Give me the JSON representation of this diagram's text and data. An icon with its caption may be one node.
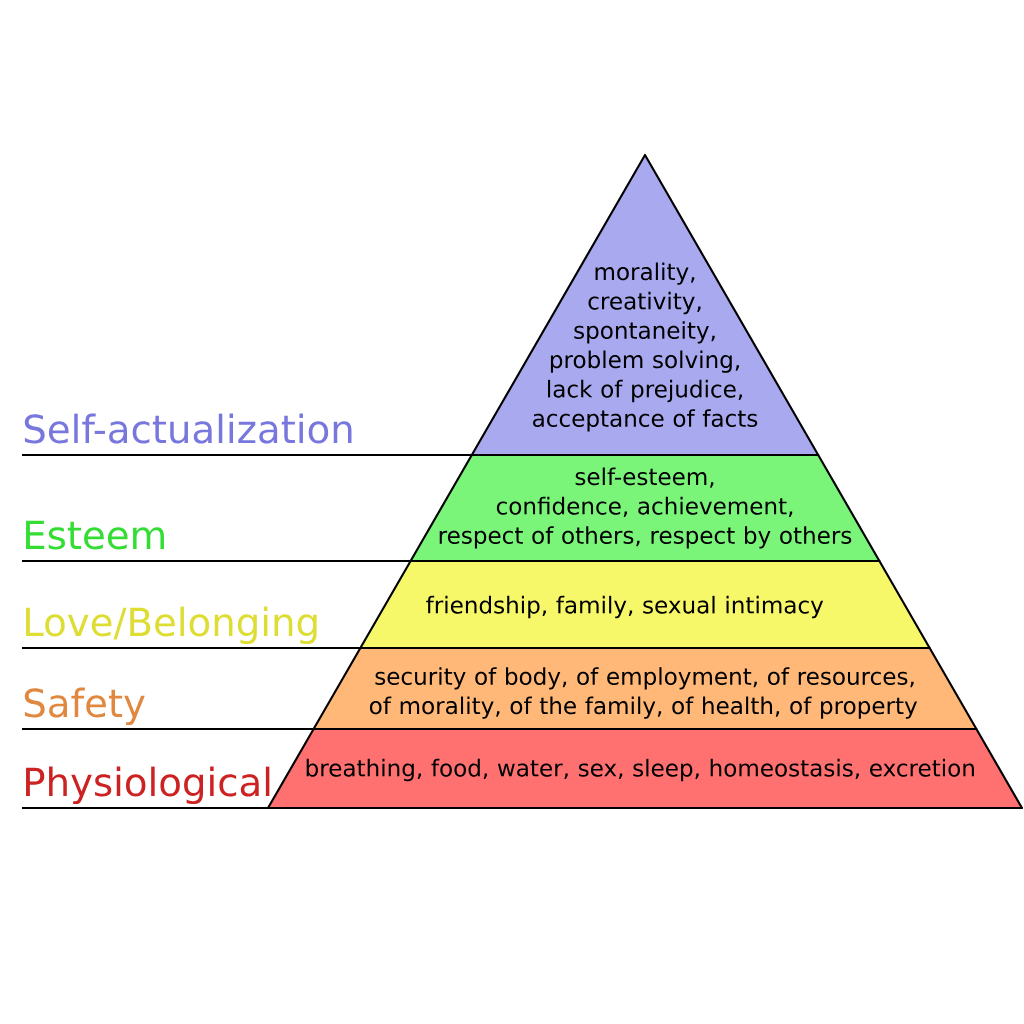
{
  "diagram": {
    "nodes": [
      {
        "text": [
          "morality, creativity, spontaneity, problem solving, lack of prejudice, acceptance of facts"
        ]
      },
      {
        "text": [
          "self-esteem, confidence, achievement, respect of others, respect by others"
        ]
      },
      {
        "text": [
          "friendship, family, sexual intimacy"
        ]
      },
      {
        "text": [
          "security of body, of employment, of resources, of morality, of the family, of health, of property"
        ]
      },
      {
        "text": [
          "breathing, food, water, sex, sleep, homeostasis, excretion"
        ]
      }
    ],
    "labels": [
      "Self-actualization",
      "Esteem",
      "Love/Belonging",
      "Safety",
      "Physiological"
    ]
  }
}
